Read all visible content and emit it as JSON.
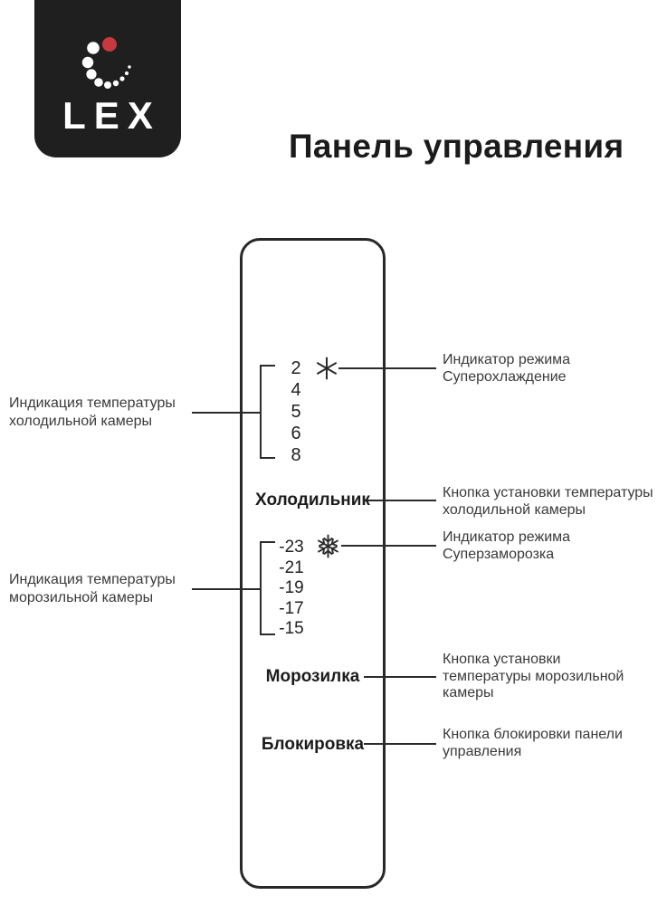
{
  "page": {
    "title": "Панель управления"
  },
  "logo": {
    "brand": "LEX",
    "bg_color": "#1f1f20",
    "dot_color": "#ffffff",
    "accent_red": "#c5393f"
  },
  "panel": {
    "fridge_temps": [
      "2",
      "4",
      "5",
      "6",
      "8"
    ],
    "freezer_temps": [
      "-23",
      "-21",
      "-19",
      "-17",
      "-15"
    ],
    "fridge_button": "Холодильник",
    "freezer_button": "Морозилка",
    "lock_button": "Блокировка",
    "icons": {
      "supercool": "asterisk-indicator",
      "superfreeze": "snowflake-indicator"
    }
  },
  "callouts": {
    "left": [
      {
        "line1": "Индикация температуры",
        "line2": "холодильной камеры"
      },
      {
        "line1": "Индикация температуры",
        "line2": "морозильной камеры"
      }
    ],
    "right": [
      {
        "line1": "Индикатор режима",
        "line2": "Суперохлаждение"
      },
      {
        "line1": "Кнопка установки температуры",
        "line2": "холодильной камеры"
      },
      {
        "line1": "Индикатор режима",
        "line2": "Суперзаморозка"
      },
      {
        "line1": "Кнопка установки",
        "line2": "температуры морозильной",
        "line3": "камеры"
      },
      {
        "line1": "Кнопка блокировки панели",
        "line2": "управления"
      }
    ]
  },
  "colors": {
    "line": "#2b2b2b",
    "panel_border": "#282828",
    "label_text": "#3a3a3a",
    "bold_text": "#1c1c1c",
    "title_text": "#1b1b1b"
  }
}
